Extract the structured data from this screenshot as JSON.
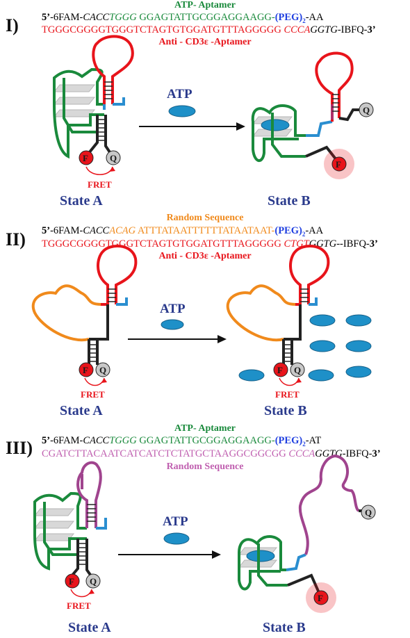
{
  "panels": [
    {
      "numeral": "I)",
      "top_label": "ATP- Aptamer",
      "top_color": "#1a8a3c",
      "seq1": {
        "p5": "5’",
        "a": "-6FAM-",
        "b": "CACC",
        "c": "TGGG",
        "d": " GGAGTATTGCGGAGGAAGG-",
        "peg": "(PEG)",
        "peg_sub": "2",
        "e": "-AA"
      },
      "seq2": {
        "a": "TGGGCGGGGTGGGTCTAGTGTGGATGTTTAGGGGG ",
        "b": "CCCA",
        "c": "GGTG",
        "d": "-IBFQ-",
        "p3": "3’"
      },
      "bottom_label": "Anti - CD3ε -Aptamer",
      "bottom_color": "#e8141b",
      "atp": "ATP",
      "fret": "FRET",
      "state_a": "State A",
      "state_b": "State B",
      "f": "F",
      "q": "Q"
    },
    {
      "numeral": "II)",
      "top_label": "Random Sequence",
      "top_color": "#f08a1c",
      "seq1": {
        "p5": "5’",
        "a": "-6FAM-",
        "b": "CACC",
        "c": "ACAG",
        "d": " ATTTATAATTTTTTATAATAAT-",
        "peg": "(PEG)",
        "peg_sub": "2",
        "e": "-AA"
      },
      "seq2": {
        "a": "TGGGCGGGGTGGGTCTAGTGTGGATGTTTAGGGGG ",
        "b": "CTGT",
        "c": "GGTG",
        "d": "--IBFQ-",
        "p3": "3’"
      },
      "bottom_label": "Anti - CD3ε -Aptamer",
      "bottom_color": "#e8141b",
      "atp": "ATP",
      "fret": "FRET",
      "fret_b": "FRET",
      "state_a": "State A",
      "state_b": "State B",
      "f": "F",
      "q": "Q"
    },
    {
      "numeral": "III)",
      "top_label": "ATP- Aptamer",
      "top_color": "#1a8a3c",
      "seq1": {
        "p5": "5’",
        "a": "-6FAM-",
        "b": "CACC",
        "c": "TGGG",
        "d": " GGAGTATTGCGGAGGAAGG-",
        "peg": "(PEG)",
        "peg_sub": "2",
        "e": "-AT"
      },
      "seq2": {
        "a": "CGATCTTACAATCATCATCTCTATGCTAAGGCGGCGG ",
        "b": "CCCA",
        "c": "GGTG",
        "d": "-IBFQ-",
        "p3": "3’"
      },
      "bottom_label": "Random Sequence",
      "bottom_color": "#c060b0",
      "atp": "ATP",
      "fret": "FRET",
      "state_a": "State A",
      "state_b": "State B",
      "f": "F",
      "q": "Q"
    }
  ]
}
